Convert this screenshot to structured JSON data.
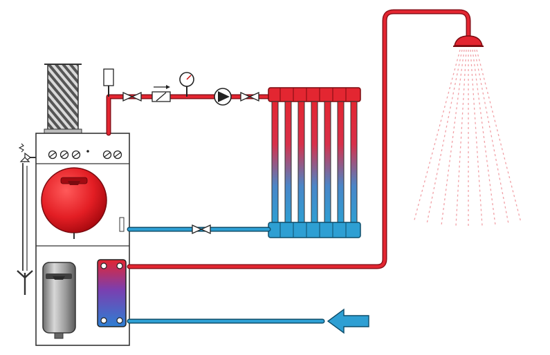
{
  "diagram": {
    "colors": {
      "hot": "#e32631",
      "hot_dark": "#8a0f18",
      "cold": "#2e9fd3",
      "cold_dark": "#0d4d6a",
      "boiler_body": "#ffffff",
      "flue": "#555555"
    },
    "tank_brand_top": "",
    "tank_brand_bottom": "",
    "components": [
      "flue-chimney",
      "boiler-cabinet",
      "expansion-vessel",
      "dhw-cylinder",
      "plate-heat-exchanger",
      "radiator",
      "circulation-pump",
      "pressure-gauge",
      "check-valve",
      "isolation-valve",
      "safety-valve",
      "shower-head",
      "cold-water-inlet-arrow"
    ]
  }
}
